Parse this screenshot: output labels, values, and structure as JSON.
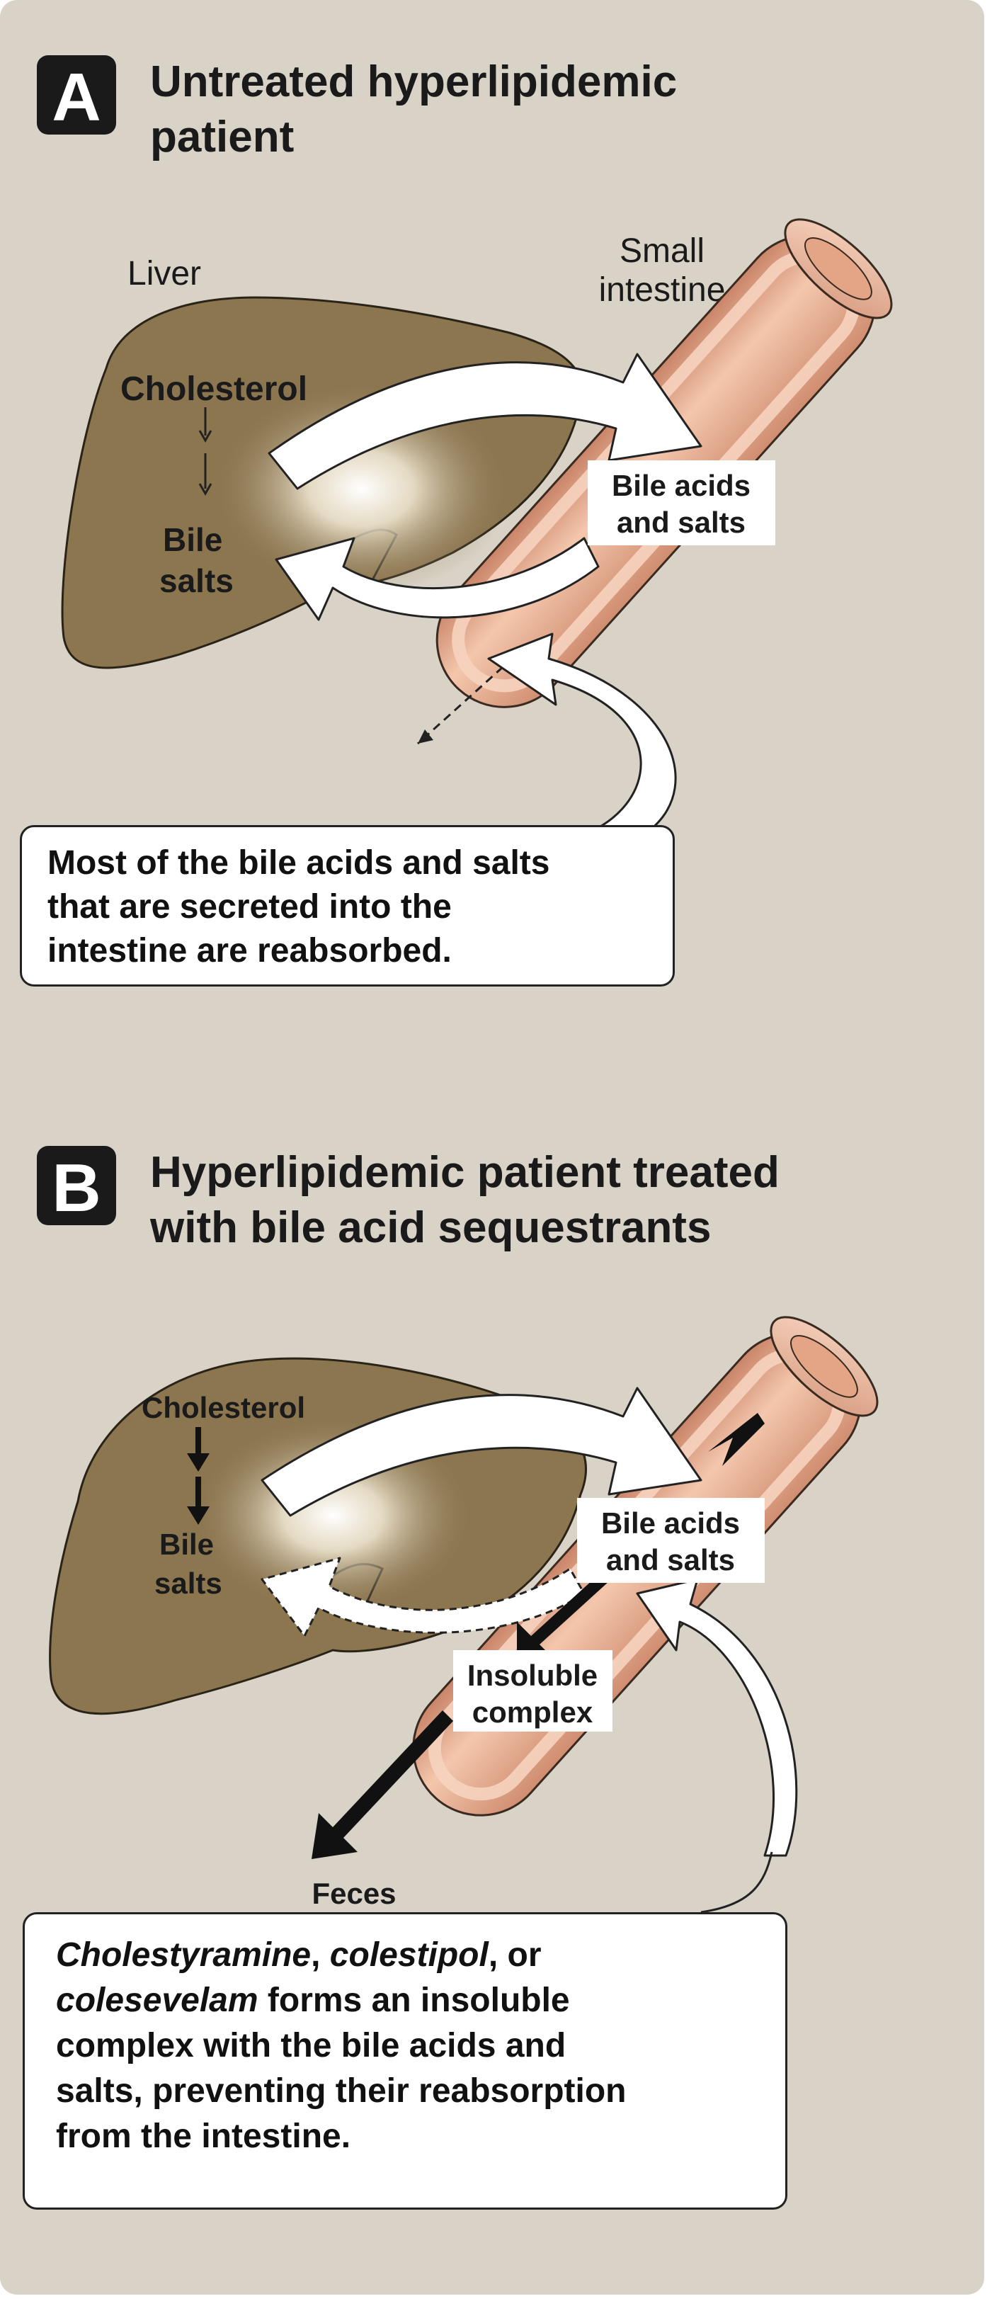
{
  "panel_a": {
    "letter": "A",
    "title_line1": "Untreated hyperlipidemic",
    "title_line2": "patient",
    "liver_label": "Liver",
    "intestine_line1": "Small",
    "intestine_line2": "intestine",
    "cholesterol": "Cholesterol",
    "bile_salts_line1": "Bile",
    "bile_salts_line2": "salts",
    "bile_acids_line1": "Bile acids",
    "bile_acids_line2": "and salts",
    "callout_line1": "Most of the bile acids and salts",
    "callout_line2": "that are secreted into the",
    "callout_line3": "intestine are reabsorbed."
  },
  "panel_b": {
    "letter": "B",
    "title_line1": "Hyperlipidemic patient treated",
    "title_line2": "with bile acid sequestrants",
    "cholesterol": "Cholesterol",
    "bile_salts_line1": "Bile",
    "bile_salts_line2": "salts",
    "bile_acids_line1": "Bile acids",
    "bile_acids_line2": "and salts",
    "complex_line1": "Insoluble",
    "complex_line2": "complex",
    "feces": "Feces",
    "callout_drug1": "Cholestyramine",
    "callout_sep1": ", ",
    "callout_drug2": "colestipol",
    "callout_sep2": ", or",
    "callout_drug3": "colesevelam",
    "callout_rest1": " forms an insoluble",
    "callout_line3": "complex with the bile acids and",
    "callout_line4": "salts, preventing their reabsorption",
    "callout_line5": "from the intestine."
  },
  "colors": {
    "background": "#d9d3c7",
    "liver": "#8c7650",
    "intestine": "#e0a080",
    "intestine_light": "#f2c4a8",
    "badge": "#1a1a1a"
  }
}
